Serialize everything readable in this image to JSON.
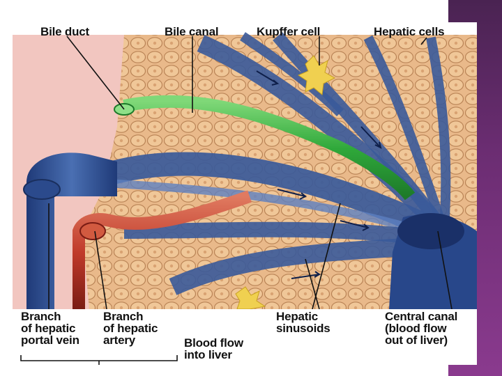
{
  "labels": {
    "bile_duct": "Bile duct",
    "bile_canal": "Bile canal",
    "kupffer_cell": "Kupffer cell",
    "hepatic_cells": "Hepatic cells",
    "portal_vein": "Branch\nof hepatic\nportal vein",
    "hepatic_artery": "Branch\nof hepatic\nartery",
    "blood_flow_in": "Blood flow\ninto liver",
    "sinusoids": "Hepatic\nsinusoids",
    "central_canal": "Central canal\n(blood flow\nout of liver)"
  },
  "colors": {
    "accent_bar": "#6b2d72",
    "hepatocyte": "#e9b98a",
    "vessel_blue": "#3a5a9a",
    "bile_green": "#2fa83a",
    "artery_red": "#c03a2a",
    "kupffer_yellow": "#f0d050",
    "background_pink": "#f2c6c0"
  }
}
